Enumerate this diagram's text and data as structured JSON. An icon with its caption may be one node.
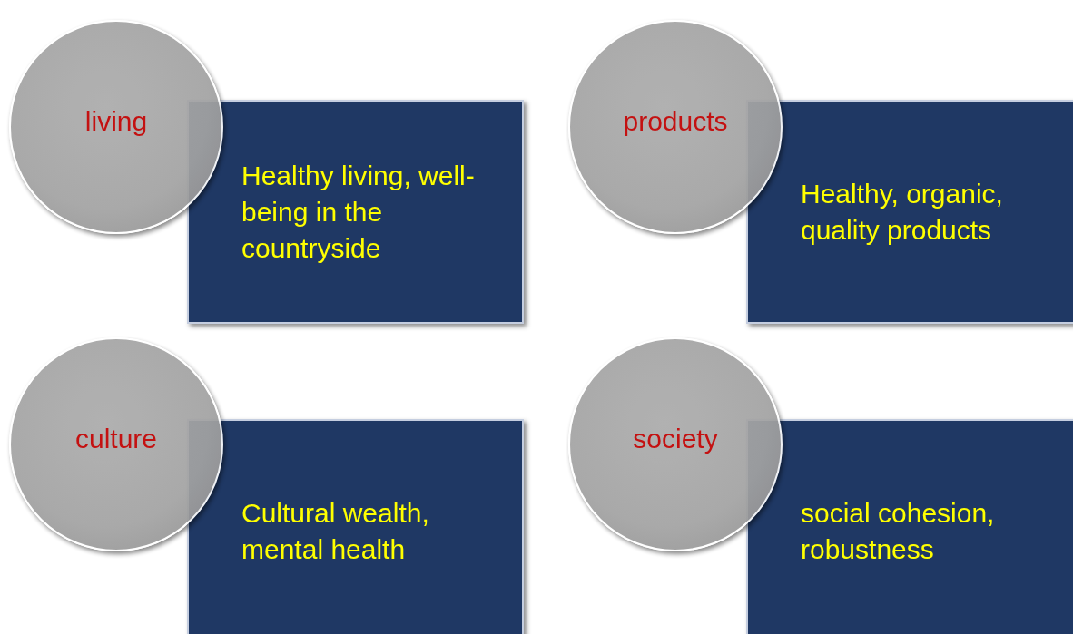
{
  "diagram": {
    "nodes": [
      {
        "text": [
          "living"
        ]
      },
      {
        "text": [
          "Healthy living, well-being in the countryside"
        ]
      },
      {
        "text": [
          "products"
        ]
      },
      {
        "text": [
          "Healthy, organic, quality products"
        ]
      },
      {
        "text": [
          "culture"
        ]
      },
      {
        "text": [
          "Cultural wealth, mental health"
        ]
      },
      {
        "text": [
          "society"
        ]
      },
      {
        "text": [
          "social cohesion, robustness"
        ]
      }
    ]
  }
}
